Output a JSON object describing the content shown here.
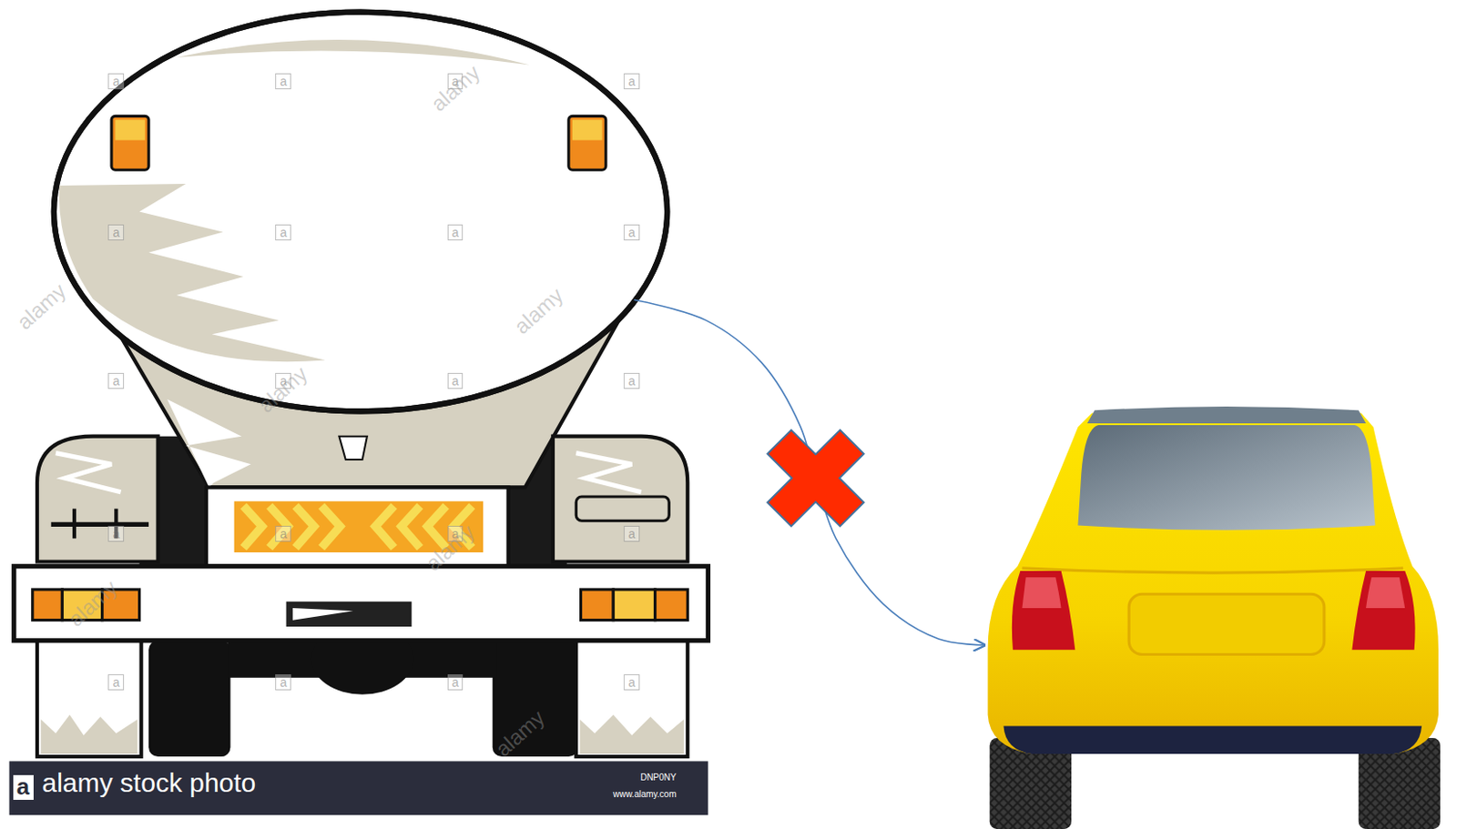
{
  "diagram": {
    "nodes": [
      {
        "text": [
          "a",
          "alamy stock photo",
          "DNP0NY",
          "www.alamy.com"
        ]
      },
      {
        "text": []
      }
    ],
    "edges": [
      {
        "from": 0,
        "to": 1,
        "arrow": "to"
      }
    ],
    "labels": [
      "a",
      "a",
      "a",
      "a",
      "a",
      "a",
      "a",
      "a",
      "a",
      "a",
      "a",
      "a",
      "a",
      "a",
      "a",
      "a",
      "a",
      "a",
      "a",
      "a",
      "alamy",
      "alamy",
      "alamy",
      "alamy",
      "alamy",
      "alamy",
      "alamy"
    ]
  }
}
